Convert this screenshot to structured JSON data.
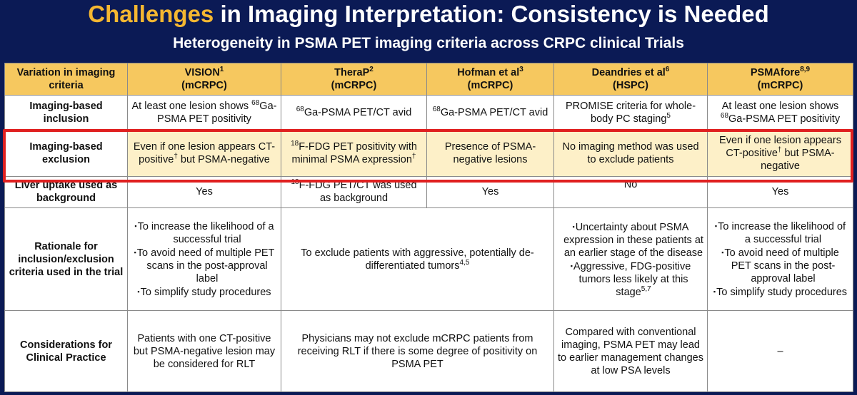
{
  "title": {
    "accent": "Challenges",
    "rest": " in Imaging Interpretation: Consistency is Needed"
  },
  "subtitle": "Heterogeneity in PSMA PET imaging criteria across CRPC clinical Trials",
  "colors": {
    "background": "#0b1a55",
    "accent": "#f5b731",
    "header_fill": "#f6c85f",
    "highlight_row": "#fdf0c8",
    "highlight_border": "#e02020"
  },
  "table": {
    "corner": "Variation in imaging criteria",
    "columns": [
      {
        "name": "VISION",
        "sup": "1",
        "sub": "(mCRPC)"
      },
      {
        "name": "TheraP",
        "sup": "2",
        "sub": "(mCRPC)"
      },
      {
        "name": "Hofman et al",
        "sup": "3",
        "sub": "(mCRPC)"
      },
      {
        "name": "Deandries et al",
        "sup": "6",
        "sub": "(HSPC)"
      },
      {
        "name": "PSMAfore",
        "sup": "8,9",
        "sub": "(mCRPC)"
      }
    ],
    "rows": {
      "inclusion": {
        "label": "Imaging-based inclusion",
        "vision": {
          "a": "At least one lesion shows ",
          "sup": "68",
          "b": "Ga-PSMA PET positivity"
        },
        "therap": {
          "sup": "68",
          "b": "Ga-PSMA PET/CT avid"
        },
        "hofman": {
          "sup": "68",
          "b": "Ga-PSMA PET/CT avid"
        },
        "deandries": {
          "a": "PROMISE criteria for whole-body PC staging",
          "sup": "5"
        },
        "psmafore": {
          "a": "At least one lesion shows ",
          "sup": "68",
          "b": "Ga-PSMA PET positivity"
        }
      },
      "exclusion": {
        "label": "Imaging-based exclusion",
        "vision": {
          "a": "Even if one lesion appears CT-positive",
          "sup": "†",
          "b": " but PSMA-negative"
        },
        "therap": {
          "sup": "18",
          "a": "F-FDG PET positivity with minimal PSMA expression",
          "sup2": "†"
        },
        "hofman": "Presence of PSMA-negative lesions",
        "deandries": "No imaging method was used to exclude patients",
        "psmafore": {
          "a": "Even if one lesion appears CT-positive",
          "sup": "†",
          "b": " but PSMA-negative"
        }
      },
      "liver": {
        "label": "Liver uptake used as background",
        "vision": "Yes",
        "therap": {
          "sup": "18",
          "a": "F-FDG PET/CT was used as background"
        },
        "hofman": "Yes",
        "deandries": "No",
        "psmafore": "Yes"
      },
      "rationale": {
        "label": "Rationale for inclusion/exclusion criteria used in the trial",
        "vision": [
          "To increase the likelihood of a successful trial",
          "To avoid need of multiple PET scans in the post-approval label",
          "To simplify study procedures"
        ],
        "merged": {
          "a": "To exclude patients with aggressive, potentially de-differentiated tumors",
          "sup": "4,5"
        },
        "deandries": [
          {
            "text": "Uncertainty about PSMA expression in these patients at an earlier stage of the disease",
            "sup": ""
          },
          {
            "text": "Aggressive, FDG-positive tumors less likely at this stage",
            "sup": "5,7"
          }
        ],
        "psmafore": [
          "To increase the likelihood of a successful trial",
          "To avoid need of multiple PET scans in the post-approval label",
          "To simplify study procedures"
        ]
      },
      "clinical": {
        "label": "Considerations for Clinical Practice",
        "vision": "Patients with one CT-positive but PSMA-negative lesion may be considered for RLT",
        "merged": "Physicians may not exclude mCRPC patients from receiving RLT if there is some degree of positivity on PSMA PET",
        "deandries": "Compared with conventional imaging, PSMA PET may lead to earlier management changes at low PSA levels",
        "psmafore": "–"
      }
    }
  }
}
